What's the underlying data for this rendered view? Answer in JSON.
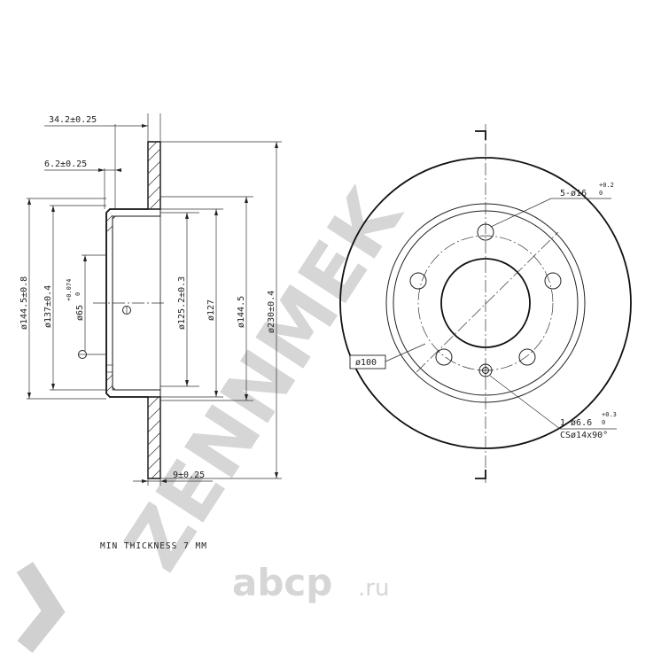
{
  "side_view": {
    "dim_offset": "34.2±0.25",
    "dim_thickness": "6.2±0.25",
    "dim_hub_bore": "ø65",
    "dim_hub_bore_tol": "+0.074",
    "dim_hub_bore_tol2": "0",
    "dim_d137": "ø137±0.4",
    "dim_d1445_outer": "ø144.5±0.8",
    "dim_d1253": "ø125.2±0.3",
    "dim_d127": "ø127",
    "dim_d1445": "ø144.5",
    "dim_d230": "ø230±0.4",
    "dim_disc_thickness": "9±0.25"
  },
  "front_view": {
    "bolt_holes": "5-ø16",
    "bolt_holes_tol": "+0.2",
    "bolt_holes_tol2": "0",
    "pcd": "ø100",
    "locator_hole": "1-ø6.6",
    "locator_hole_tol": "+0.3",
    "locator_hole_tol2": "0",
    "countersink": "CSø14x90°"
  },
  "note": "MIN THICKNESS 7 MM",
  "watermark": "ZENNMEK",
  "site_logo": "abcp",
  "site_logo_suffix": ".ru"
}
